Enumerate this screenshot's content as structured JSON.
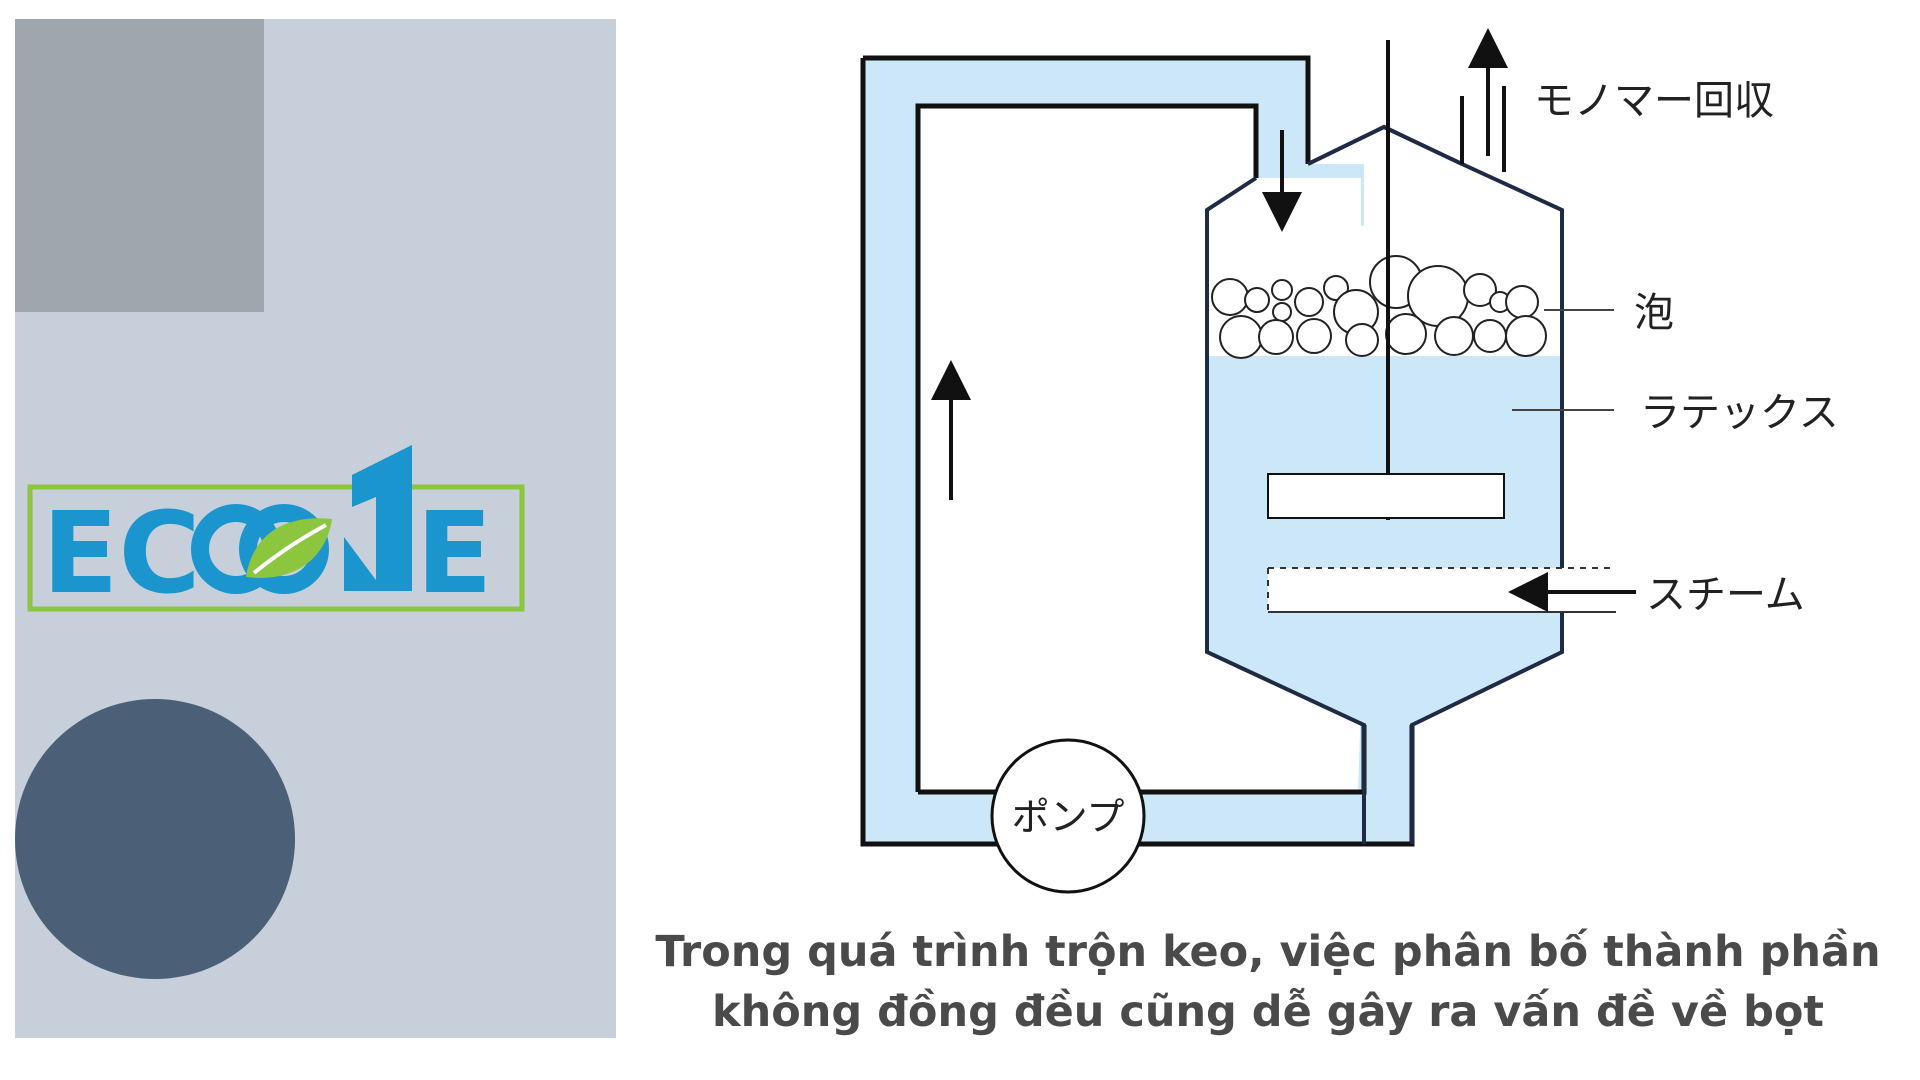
{
  "logo": {
    "text": "ECOONE",
    "colors": {
      "text": "#1b95cd",
      "leaf": "#8cc63f",
      "border": "#8cc63f"
    }
  },
  "diagram": {
    "labels": {
      "monomer_recovery": "モノマー回収",
      "foam": "泡",
      "latex": "ラテックス",
      "steam": "スチーム",
      "pump": "ポンプ"
    },
    "colors": {
      "liquid": "#cce8f8",
      "outline": "#1f2a44",
      "pipe": "#111111"
    }
  },
  "caption": {
    "line1": "Trong quá trình trộn keo, việc phân bố thành phần",
    "line2": "không đồng đều cũng dễ gây ra vấn đề về bọt"
  }
}
